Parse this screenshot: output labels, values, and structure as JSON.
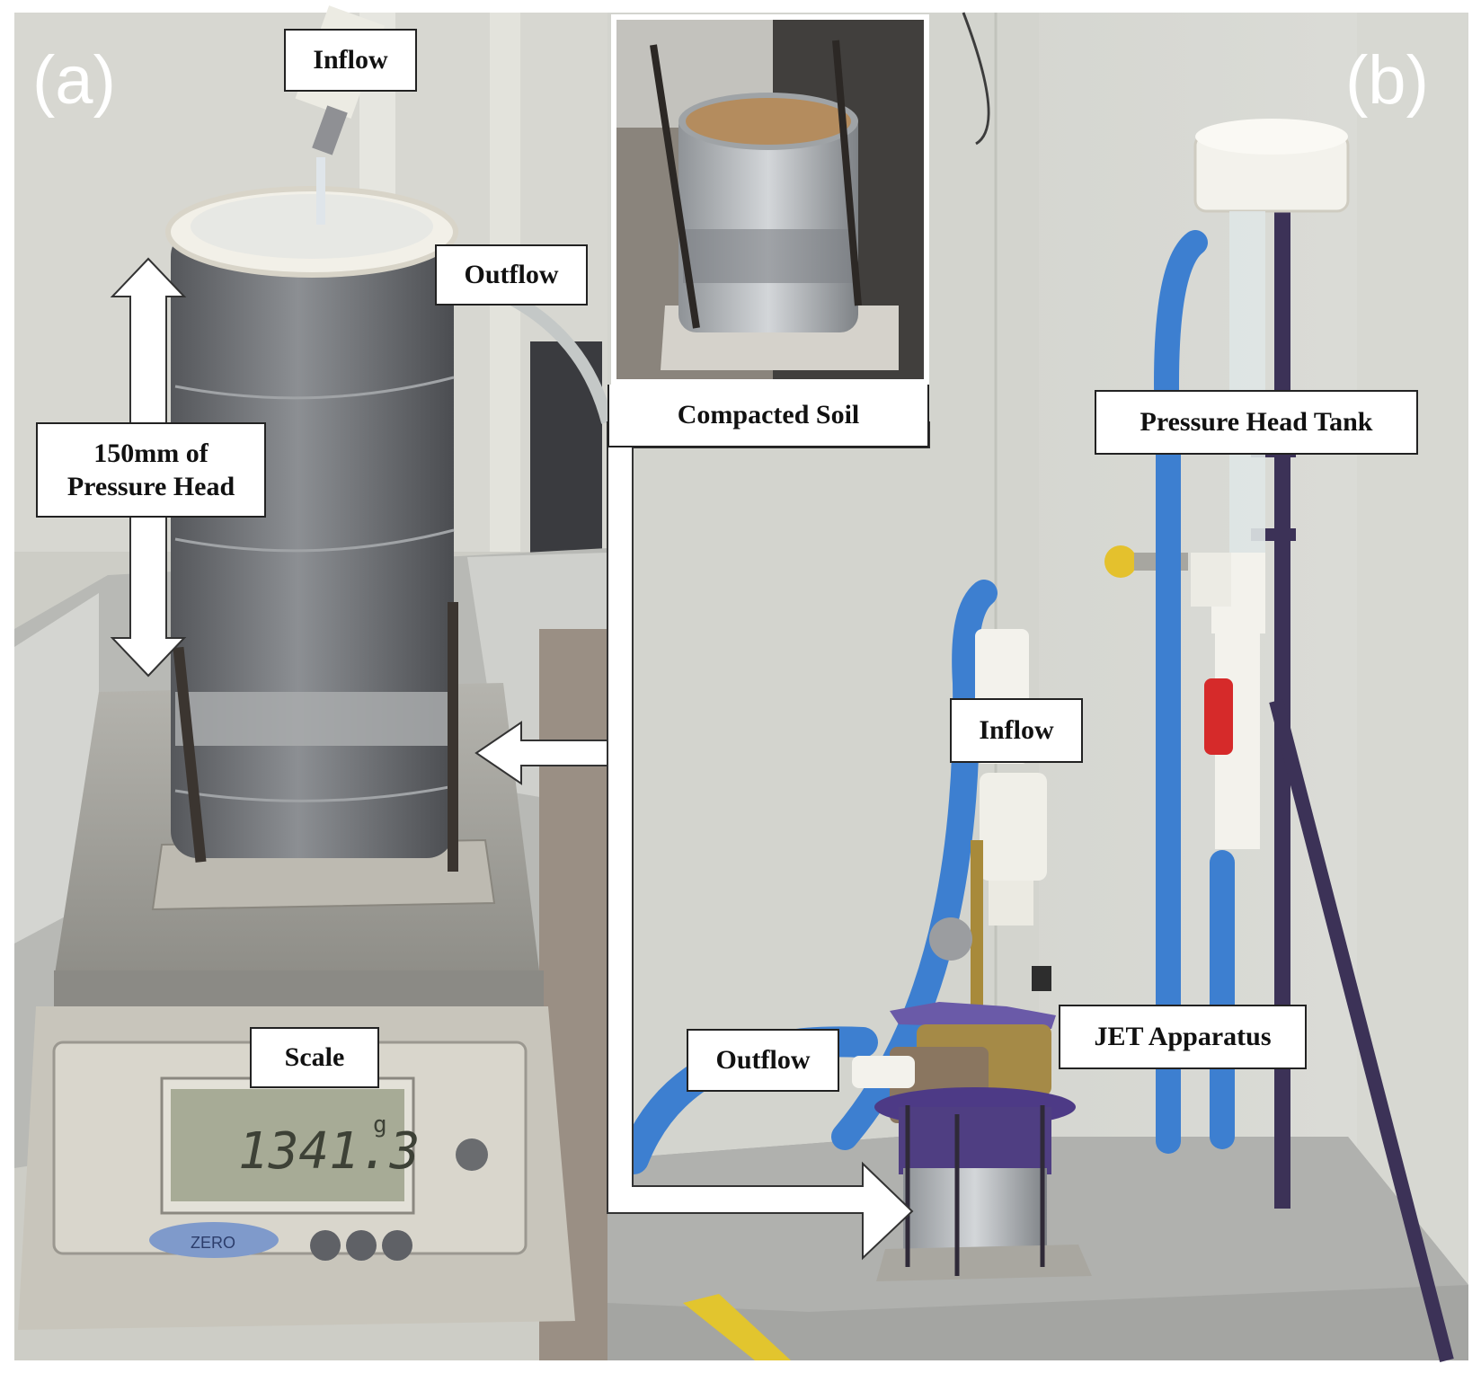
{
  "panels": {
    "a": {
      "letter": "(a)"
    },
    "b": {
      "letter": "(b)"
    }
  },
  "labels": {
    "inflow_a": "Inflow",
    "outflow_a": "Outflow",
    "pressure_head_a": [
      "150mm of",
      "Pressure Head"
    ],
    "scale": "Scale",
    "compacted_soil": "Compacted Soil",
    "pressure_head_tank": "Pressure Head Tank",
    "inflow_b": "Inflow",
    "outflow_b": "Outflow",
    "jet_apparatus": "JET Apparatus"
  },
  "scale_device": {
    "reading": "1341.3",
    "unit": "g",
    "button": "ZERO"
  },
  "colors": {
    "wall": "#d9dad4",
    "tape": "#6e7073",
    "hose": "#3d7fd0",
    "pvc": "#f3f2ec",
    "stand": "#3c3257",
    "valve": "#d62a2a",
    "scale_body": "#c9c6bd",
    "lcd": "#a9ad98",
    "soil": "#b48c5e"
  }
}
